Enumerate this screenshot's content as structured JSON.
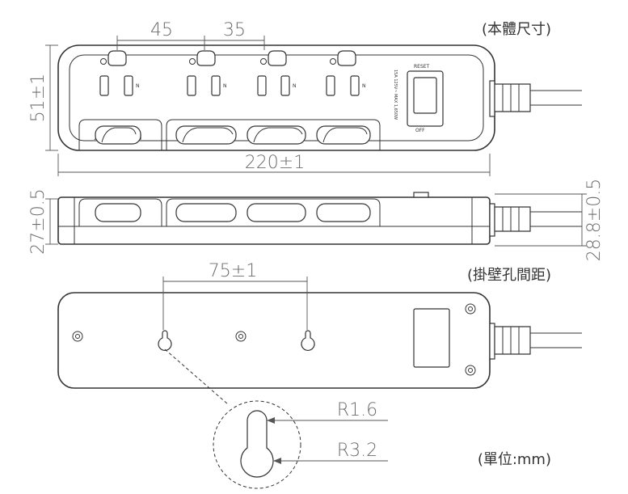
{
  "labels": {
    "body_size": "(本體尺寸)",
    "hole_spacing": "(掛壁孔間距)",
    "unit": "(單位:mm)",
    "reset": "RESET",
    "off": "OFF",
    "rating": "15A 125V~ MAX 1,650W",
    "usb_n": "N"
  },
  "dimensions": {
    "gap_a": "45",
    "gap_b": "35",
    "height": "51±1",
    "length": "220±1",
    "side_height": "27±0.5",
    "side_height_max": "28.8±0.5",
    "hole_spacing": "75±1",
    "r_small": "R1.6",
    "r_large": "R3.2"
  },
  "colors": {
    "line": "#333333",
    "dimension_text": "#6d6d6d"
  }
}
